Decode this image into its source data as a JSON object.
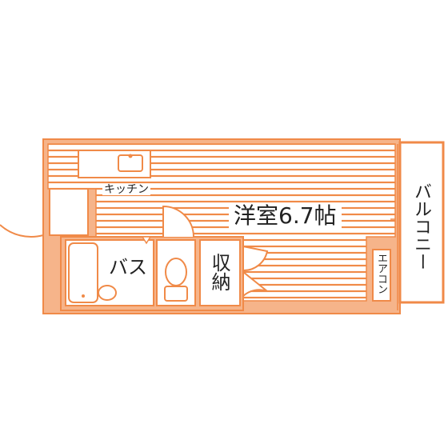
{
  "colors": {
    "wall": "#f08a48",
    "fill": "#f6b48a",
    "line": "#f08a48",
    "text": "#222222"
  },
  "rooms": {
    "kitchen": "キッチン",
    "main_room": "洋室6.7帖",
    "bath": "バス",
    "storage": "収納",
    "balcony": "バルコニー",
    "aircon": "エアコン"
  }
}
